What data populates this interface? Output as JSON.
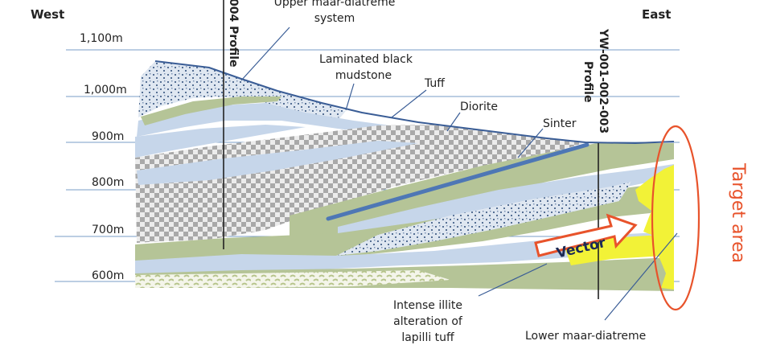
{
  "directions": {
    "west": "West",
    "east": "East"
  },
  "elevations": [
    "1,100m",
    "1,000m",
    "900m",
    "800m",
    "700m",
    "600m"
  ],
  "profiles": {
    "left": "004 Profile",
    "right_line1": "YW-001-002-003",
    "right_line2": "Profile"
  },
  "labels": {
    "upper_maar_line1": "Upper maar-diatreme",
    "upper_maar_line2": "system",
    "laminated_line1": "Laminated black",
    "laminated_line2": "mudstone",
    "tuff": "Tuff",
    "diorite": "Diorite",
    "sinter": "Sinter",
    "illite_line1": "Intense illite",
    "illite_line2": "alteration of",
    "illite_line3": "lapilli tuff",
    "lower_maar": "Lower maar-diatreme"
  },
  "vector": "Vector",
  "target_area": "Target area",
  "colors": {
    "gridline": "#7a9ec7",
    "surface": "#3a5d96",
    "tuff_blue": "#c6d6ea",
    "green": "#b5c497",
    "sinter": "#4e77b5",
    "target": "#e8532b",
    "yellow": "#f2f237"
  }
}
